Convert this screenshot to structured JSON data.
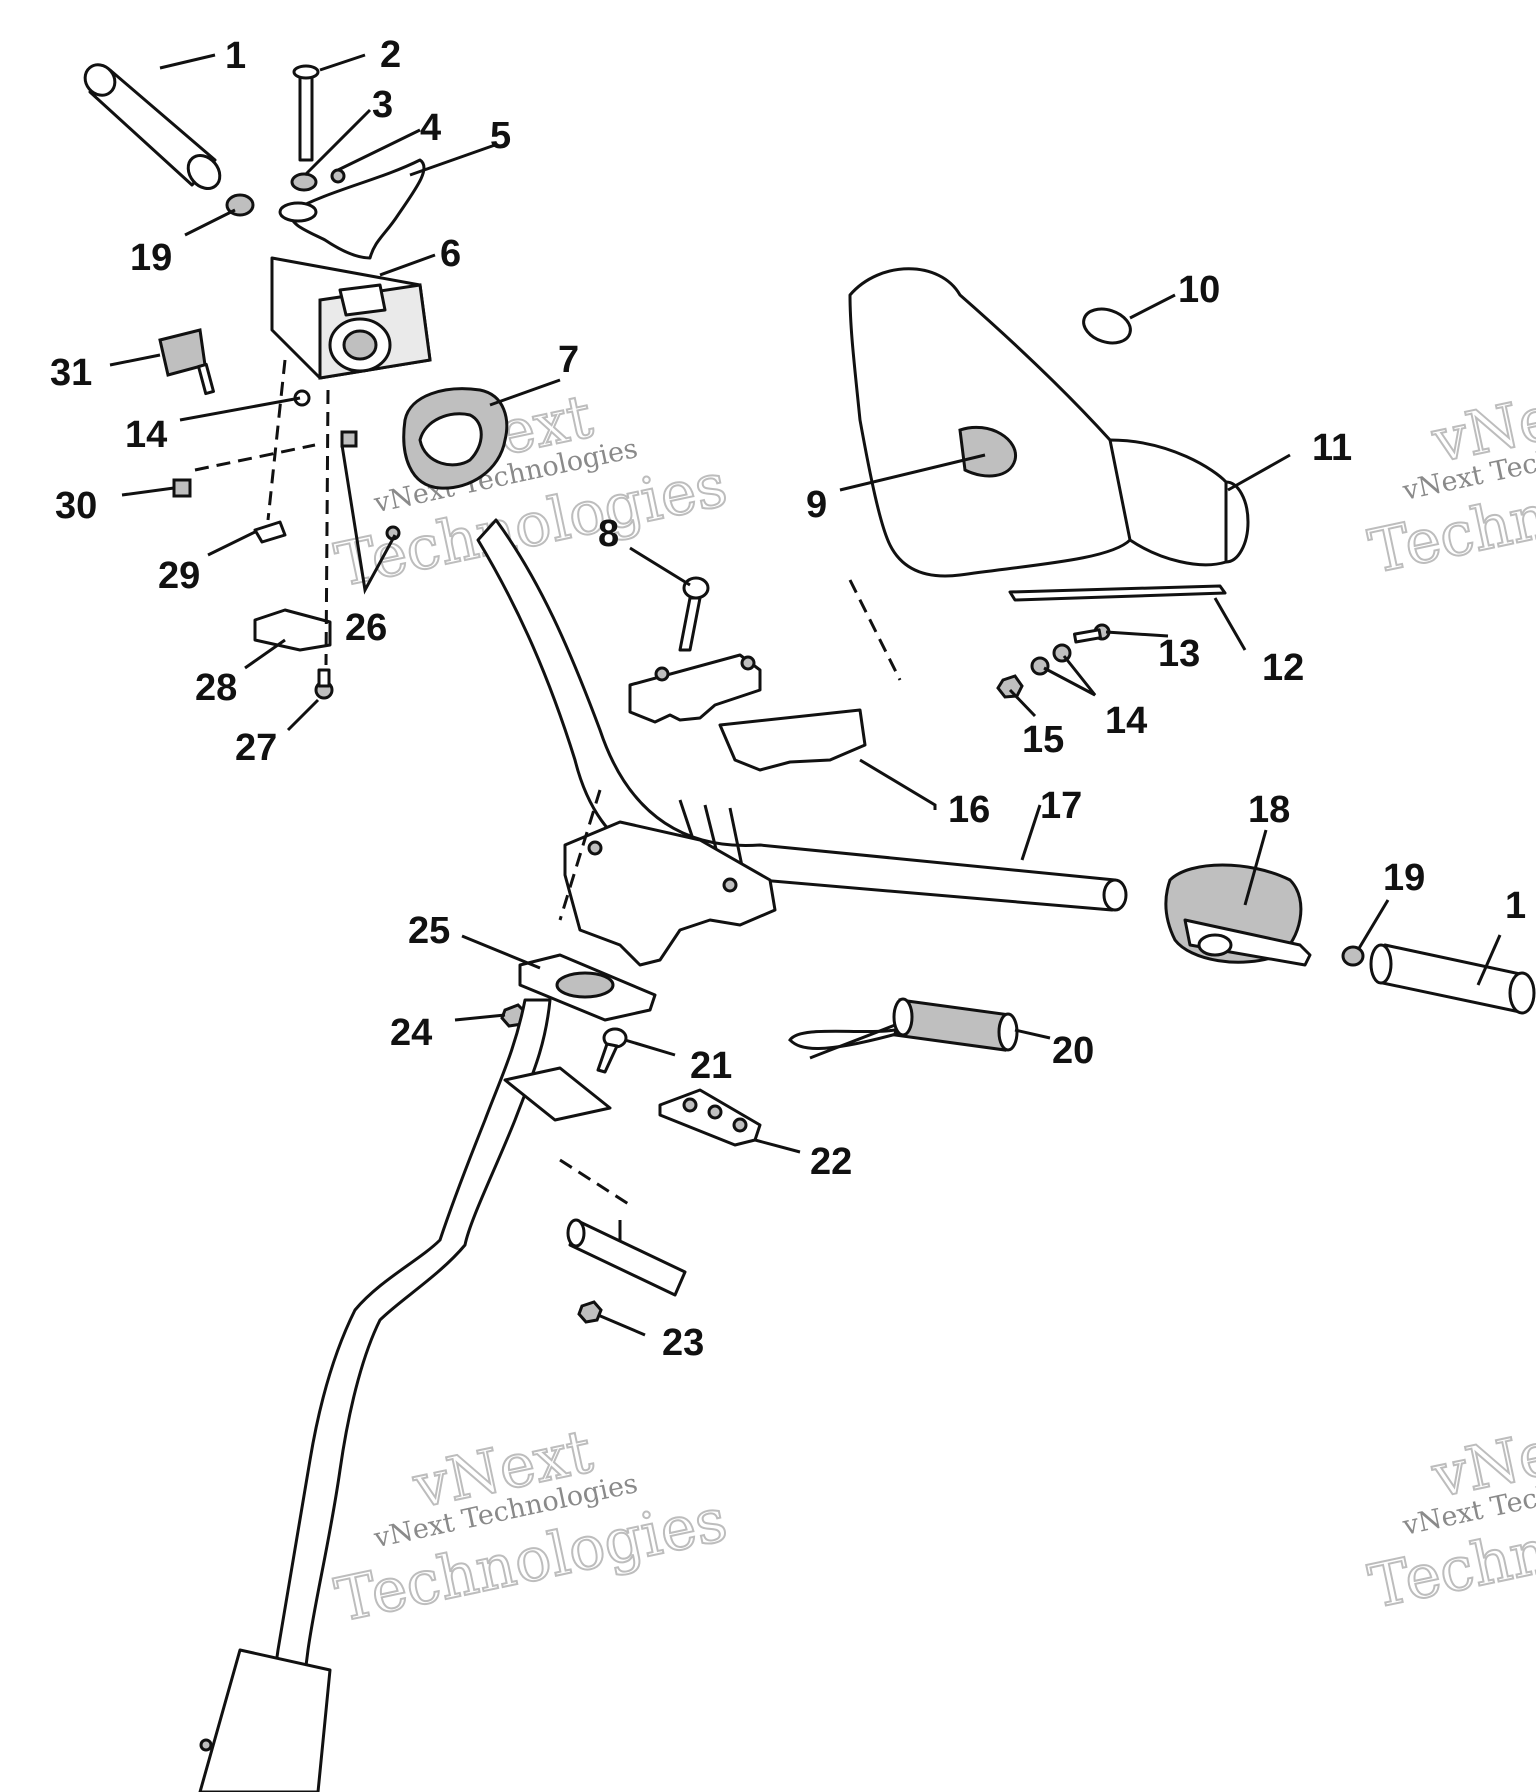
{
  "diagram": {
    "callouts": {
      "c1a": "1",
      "c2": "2",
      "c3": "3",
      "c4": "4",
      "c5": "5",
      "c19a": "19",
      "c6": "6",
      "c31": "31",
      "c14a": "14",
      "c30": "30",
      "c29": "29",
      "c26": "26",
      "c28": "28",
      "c27": "27",
      "c7": "7",
      "c8": "8",
      "c10": "10",
      "c11": "11",
      "c9": "9",
      "c13": "13",
      "c12": "12",
      "c14b": "14",
      "c15": "15",
      "c16": "16",
      "c17": "17",
      "c18": "18",
      "c19b": "19",
      "c1b": "1",
      "c25": "25",
      "c24": "24",
      "c21": "21",
      "c22": "22",
      "c20": "20",
      "c23": "23"
    },
    "watermark": {
      "brand": "vNext",
      "tagline": "vNext Technologies",
      "word": "Technologies"
    }
  }
}
